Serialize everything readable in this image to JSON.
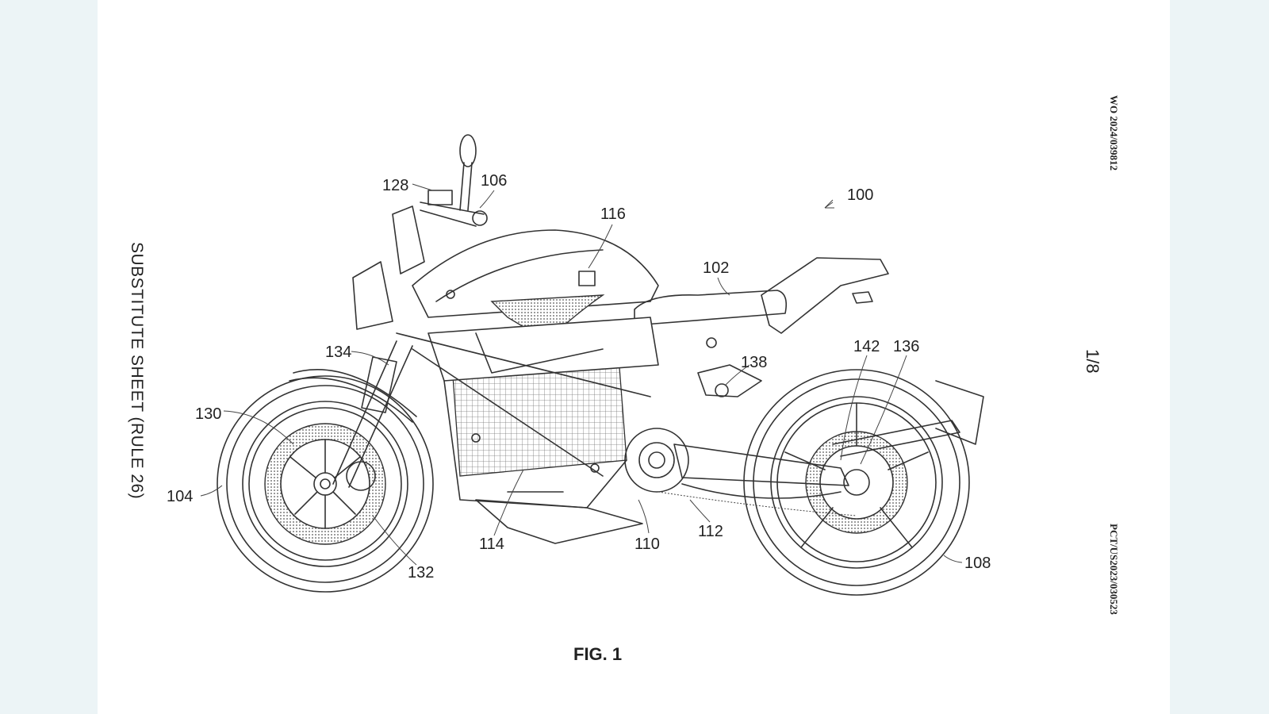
{
  "header": {
    "publication_number": "WO 2024/039812",
    "application_number": "PCT/US2023/030523",
    "sheet": "1/8",
    "substitute_note": "SUBSTITUTE SHEET (RULE 26)"
  },
  "figure": {
    "caption": "FIG. 1"
  },
  "reference_numerals": {
    "r100": "100",
    "r102": "102",
    "r104": "104",
    "r106": "106",
    "r108": "108",
    "r110": "110",
    "r112": "112",
    "r114": "114",
    "r116": "116",
    "r128": "128",
    "r130": "130",
    "r132": "132",
    "r134": "134",
    "r136": "136",
    "r138": "138",
    "r142": "142"
  }
}
